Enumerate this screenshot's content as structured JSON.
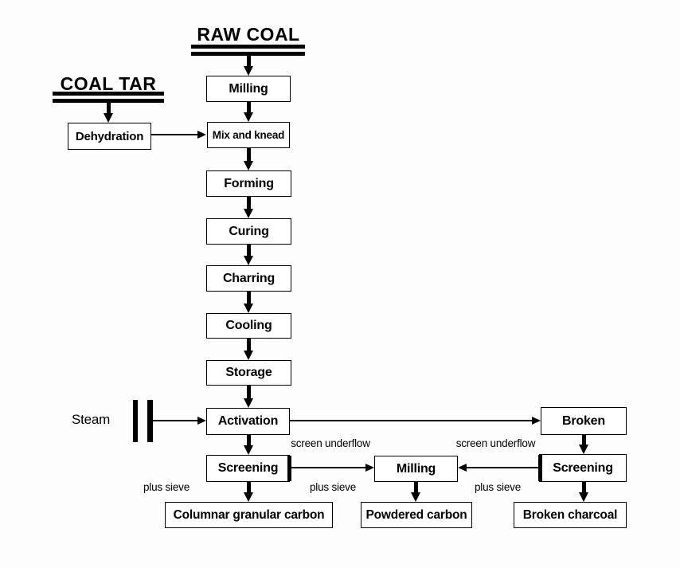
{
  "diagram": {
    "headings": {
      "raw_coal": "RAW COAL",
      "coal_tar": "COAL TAR"
    },
    "nodes": {
      "milling_top": "Milling",
      "mix_and_knead": "Mix and knead",
      "dehydration": "Dehydration",
      "forming": "Forming",
      "curing": "Curing",
      "charring": "Charring",
      "cooling": "Cooling",
      "storage": "Storage",
      "activation": "Activation",
      "screening_left": "Screening",
      "broken": "Broken",
      "screening_right": "Screening",
      "milling_bottom": "Milling",
      "columnar_granular_carbon": "Columnar granular carbon",
      "powdered_carbon": "Powdered carbon",
      "broken_charcoal": "Broken charcoal"
    },
    "labels": {
      "steam": "Steam",
      "screen_underflow_left": "screen underflow",
      "screen_underflow_right": "screen underflow",
      "plus_sieve_left": "plus sieve",
      "plus_sieve_mid": "plus sieve",
      "plus_sieve_right": "plus sieve"
    },
    "colors": {
      "ink": "#000000",
      "background": "#fdfdfd"
    }
  }
}
